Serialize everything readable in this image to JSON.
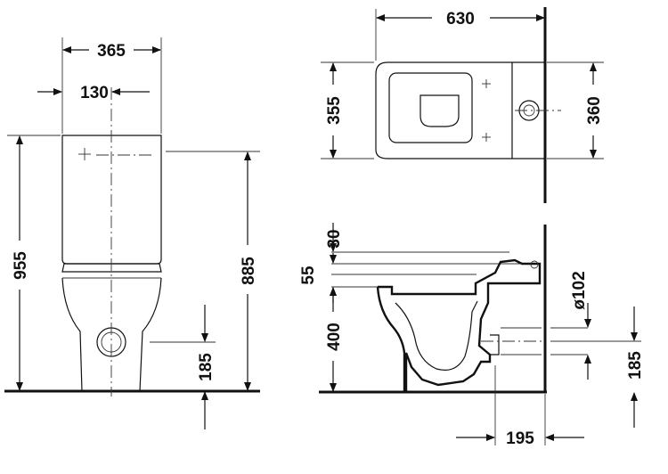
{
  "colors": {
    "line": "#111111",
    "background": "#ffffff"
  },
  "dimensions": {
    "front_width": "365",
    "front_center_offset": "130",
    "front_total_height": "955",
    "front_tank_height": "885",
    "front_outlet_height": "185",
    "top_length": "630",
    "top_bowl_width": "355",
    "top_tank_width": "360",
    "side_seat_top": "30",
    "side_seat_gap": "55",
    "side_rim_height": "400",
    "side_pipe_diameter": "ø102",
    "side_outlet_height": "185",
    "side_outlet_offset": "195"
  }
}
